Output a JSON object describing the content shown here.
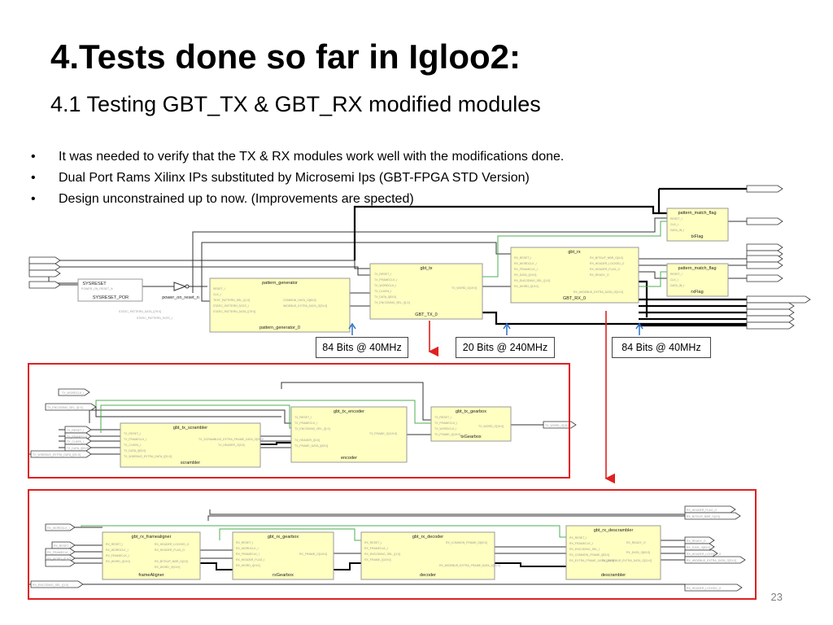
{
  "slide": {
    "title": "4.Tests done so far in Igloo2:",
    "subtitle": "4.1 Testing GBT_TX & GBT_RX modified modules",
    "bullets": [
      "It was needed to verify that the TX & RX modules work well with the modifications done.",
      "Dual Port Rams Xilinx IPs substituted by Microsemi Ips (GBT-FPGA STD Version)",
      "Design unconstrained up to now. (Improvements are spected)"
    ],
    "callouts": [
      "84 Bits @ 40MHz",
      "20 Bits @ 240MHz",
      "84 Bits @ 40MHz"
    ],
    "page_number": "23"
  },
  "top_diagram": {
    "blocks": [
      {
        "type": "SYSRESET",
        "instance": "SYSRESET_POR"
      },
      {
        "type": "",
        "instance": "power_on_reset_n"
      },
      {
        "type": "pattern_generator",
        "instance": "pattern_generator_0"
      },
      {
        "type": "gbt_tx",
        "instance": "GBT_TX_0"
      },
      {
        "type": "gbt_rx",
        "instance": "GBT_RX_0"
      },
      {
        "type": "pattern_match_flag",
        "instance": "txFlag"
      },
      {
        "type": "pattern_match_flag",
        "instance": "rxFlag"
      }
    ]
  },
  "tx_diagram": {
    "blocks": [
      {
        "type": "gbt_tx_scrambler",
        "instance": "scrambler"
      },
      {
        "type": "gbt_tx_encoder",
        "instance": "encoder"
      },
      {
        "type": "gbt_tx_gearbox",
        "instance": "txGearbox"
      }
    ]
  },
  "rx_diagram": {
    "blocks": [
      {
        "type": "gbt_rx_framealigner",
        "instance": "frameAligner"
      },
      {
        "type": "gbt_rx_gearbox",
        "instance": "rxGearbox"
      },
      {
        "type": "gbt_rx_decoder",
        "instance": "decoder"
      },
      {
        "type": "gbt_rx_descrambler",
        "instance": "descrambler"
      }
    ]
  }
}
